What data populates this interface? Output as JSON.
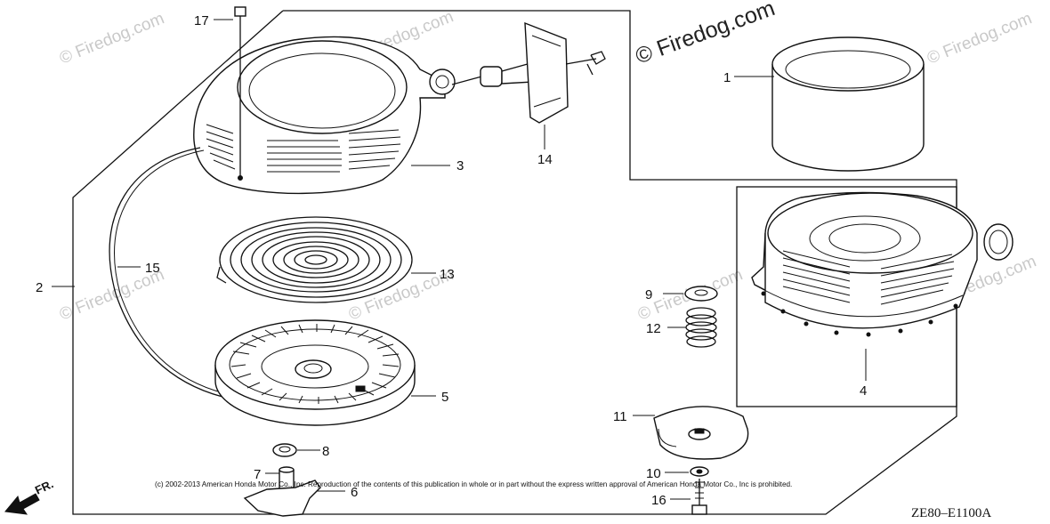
{
  "diagram": {
    "code": "ZE80–E1100A",
    "direction_label": "FR.",
    "copyright_note": "(c) 2002-2013 American Honda Motor Co., Inc. Reproduction of the contents of this publication in whole or in part without the express written approval of American Honda Motor Co., Inc is prohibited.",
    "watermark_main": "© Firedog.com",
    "watermark_faint": "© Firedog.com",
    "parts": [
      {
        "number": "1"
      },
      {
        "number": "2"
      },
      {
        "number": "3"
      },
      {
        "number": "4"
      },
      {
        "number": "5"
      },
      {
        "number": "6"
      },
      {
        "number": "7"
      },
      {
        "number": "8"
      },
      {
        "number": "9"
      },
      {
        "number": "10"
      },
      {
        "number": "11"
      },
      {
        "number": "12"
      },
      {
        "number": "13"
      },
      {
        "number": "14"
      },
      {
        "number": "15"
      },
      {
        "number": "16"
      },
      {
        "number": "17"
      }
    ]
  }
}
